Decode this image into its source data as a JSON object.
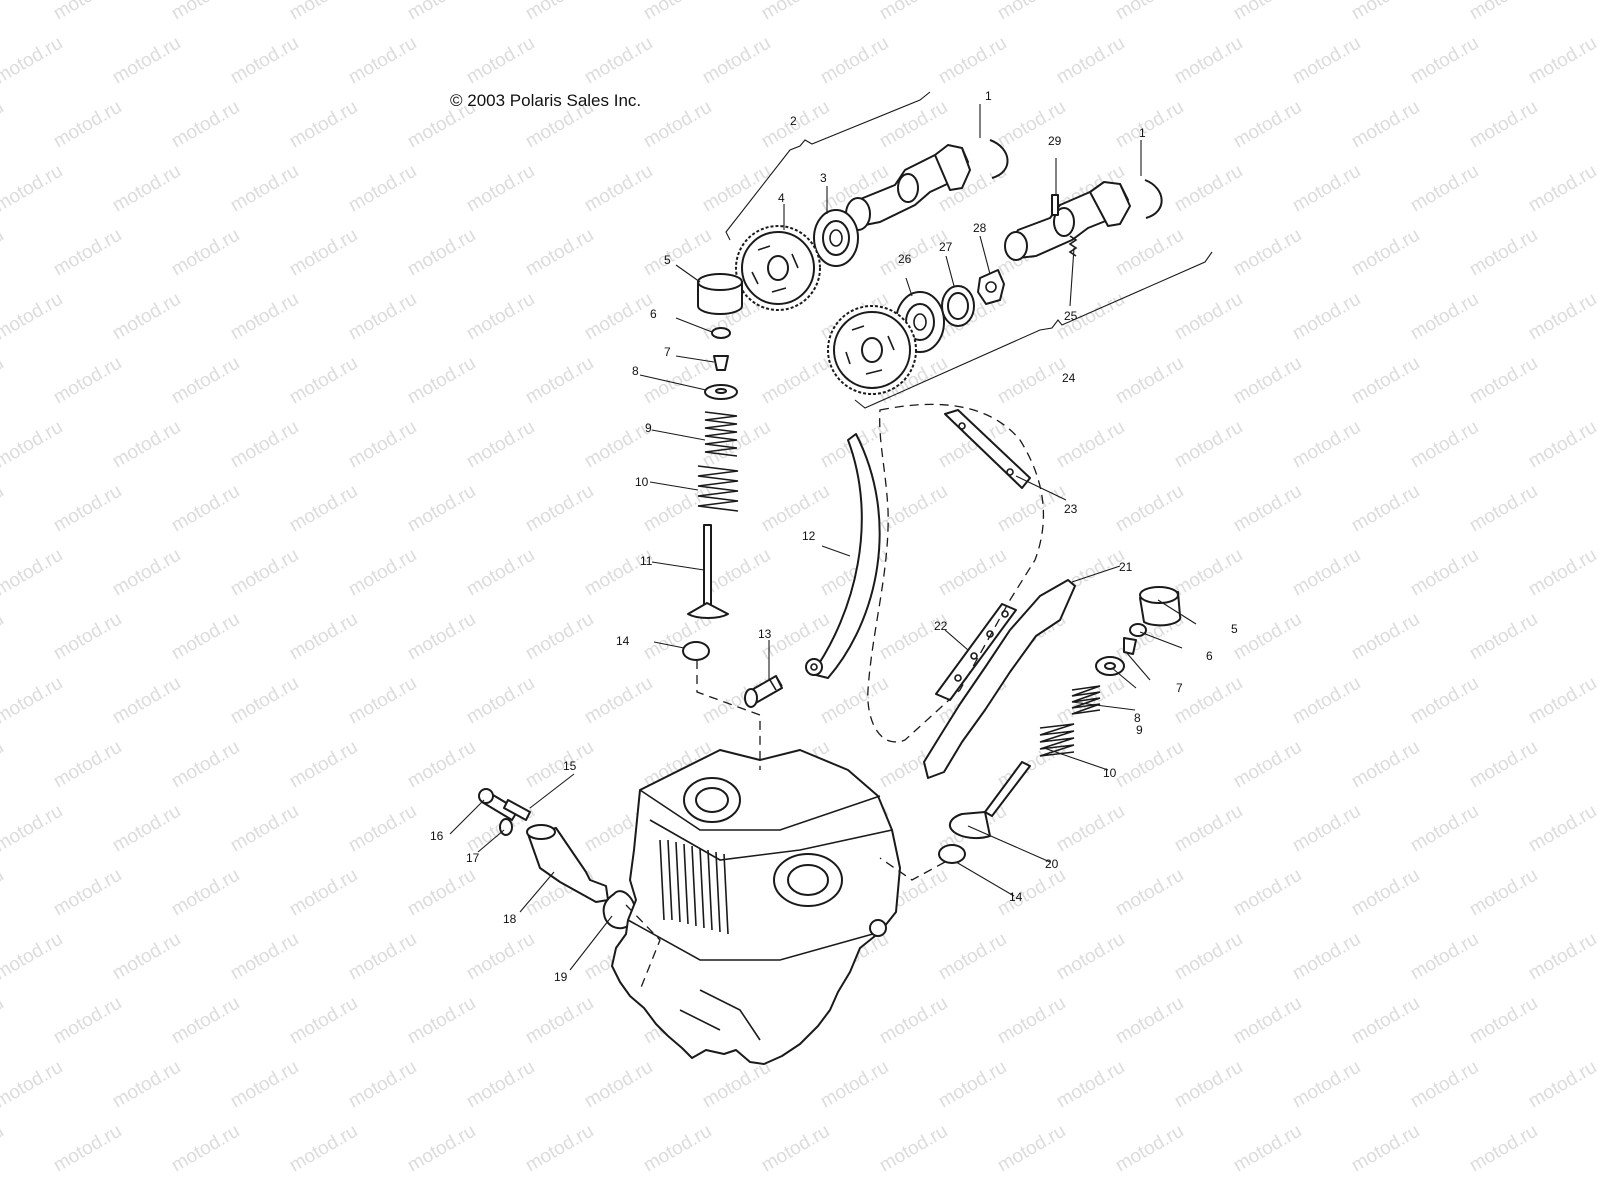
{
  "copyright": "© 2003 Polaris Sales Inc.",
  "watermark": "motod.ru",
  "callouts": {
    "c1a": "1",
    "c1b": "1",
    "c2": "2",
    "c3": "3",
    "c4": "4",
    "c5a": "5",
    "c5b": "5",
    "c6a": "6",
    "c6b": "6",
    "c7a": "7",
    "c7b": "7",
    "c8a": "8",
    "c8b": "8",
    "c9a": "9",
    "c9b": "9",
    "c10a": "10",
    "c10b": "10",
    "c11": "11",
    "c12": "12",
    "c13": "13",
    "c14a": "14",
    "c14b": "14",
    "c15": "15",
    "c16": "16",
    "c17": "17",
    "c18": "18",
    "c19": "19",
    "c20": "20",
    "c21": "21",
    "c22": "22",
    "c23": "23",
    "c24": "24",
    "c25": "25",
    "c26": "26",
    "c27": "27",
    "c28": "28",
    "c29": "29"
  }
}
